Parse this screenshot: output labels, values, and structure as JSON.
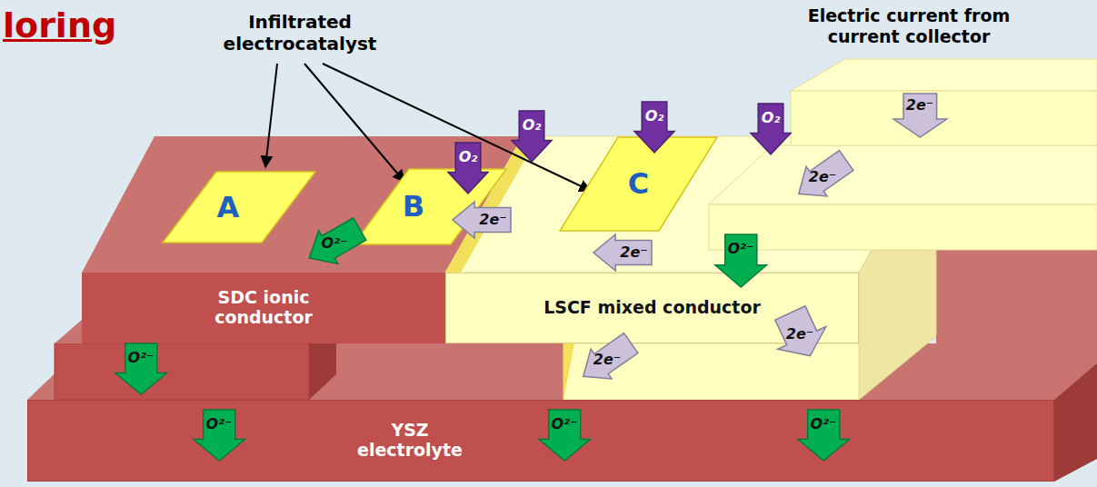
{
  "diagram": {
    "title": "loring",
    "nodes": [
      {
        "text": [
          "A"
        ]
      },
      {
        "text": [
          "B"
        ]
      },
      {
        "text": [
          "C"
        ]
      },
      {
        "text": [
          "O₂"
        ]
      },
      {
        "text": [
          "O₂"
        ]
      },
      {
        "text": [
          "O₂"
        ]
      },
      {
        "text": [
          "O₂"
        ]
      },
      {
        "text": [
          "2e⁻"
        ]
      },
      {
        "text": [
          "2e⁻"
        ]
      },
      {
        "text": [
          "2e⁻"
        ]
      },
      {
        "text": [
          "O²⁻"
        ]
      },
      {
        "text": [
          "2e⁻"
        ]
      },
      {
        "text": [
          "SDC ionic conductor"
        ]
      },
      {
        "text": [
          "LSCF mixed conductor"
        ]
      },
      {
        "text": [
          "O²⁻"
        ]
      },
      {
        "text": [
          "2e⁻"
        ]
      },
      {
        "text": [
          "2e⁻"
        ]
      },
      {
        "text": [
          "O²⁻"
        ]
      },
      {
        "text": [
          "YSZ electrolyte"
        ]
      },
      {
        "text": [
          "O²⁻"
        ],
        "in": 18
      },
      {
        "text": [
          "O²⁻"
        ],
        "in": 18
      },
      {
        "text": [
          "O²⁻"
        ],
        "in": 18
      }
    ],
    "labels": [
      "Infiltrated electrocatalyst",
      "Electric current from current collector"
    ]
  }
}
